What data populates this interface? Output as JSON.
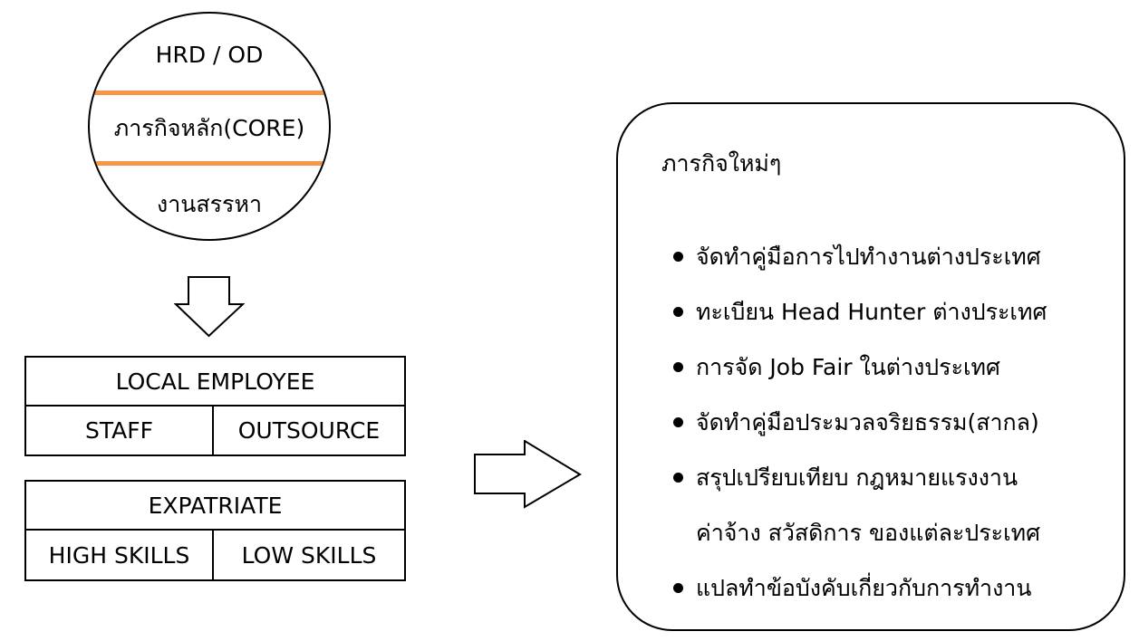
{
  "colors": {
    "band": "#f79646",
    "stroke": "#000000",
    "background": "#ffffff"
  },
  "circle": {
    "top_label": "HRD / OD",
    "middle_label": "ภารกิจหลัก(CORE)",
    "bottom_label": "งานสรรหา"
  },
  "tables": {
    "local": {
      "header": "LOCAL EMPLOYEE",
      "left": "STAFF",
      "right": "OUTSOURCE"
    },
    "expat": {
      "header": "EXPATRIATE",
      "left": "HIGH SKILLS",
      "right": "LOW SKILLS"
    }
  },
  "panel": {
    "title": "ภารกิจใหม่ๆ",
    "items": [
      {
        "text": "จัดทำคู่มือการไปทำงานต่างประเทศ"
      },
      {
        "text": "ทะเบียน Head Hunter ต่างประเทศ"
      },
      {
        "text": "การจัด Job Fair ในต่างประเทศ"
      },
      {
        "text": "จัดทำคู่มือประมวลจริยธรรม(สากล)"
      },
      {
        "text": "สรุปเปรียบเทียบ กฎหมายแรงงาน",
        "continuation": "ค่าจ้าง สวัสดิการ ของแต่ละประเทศ"
      },
      {
        "text": "แปลทำข้อบังคับเกี่ยวกับการทำงาน"
      }
    ]
  }
}
